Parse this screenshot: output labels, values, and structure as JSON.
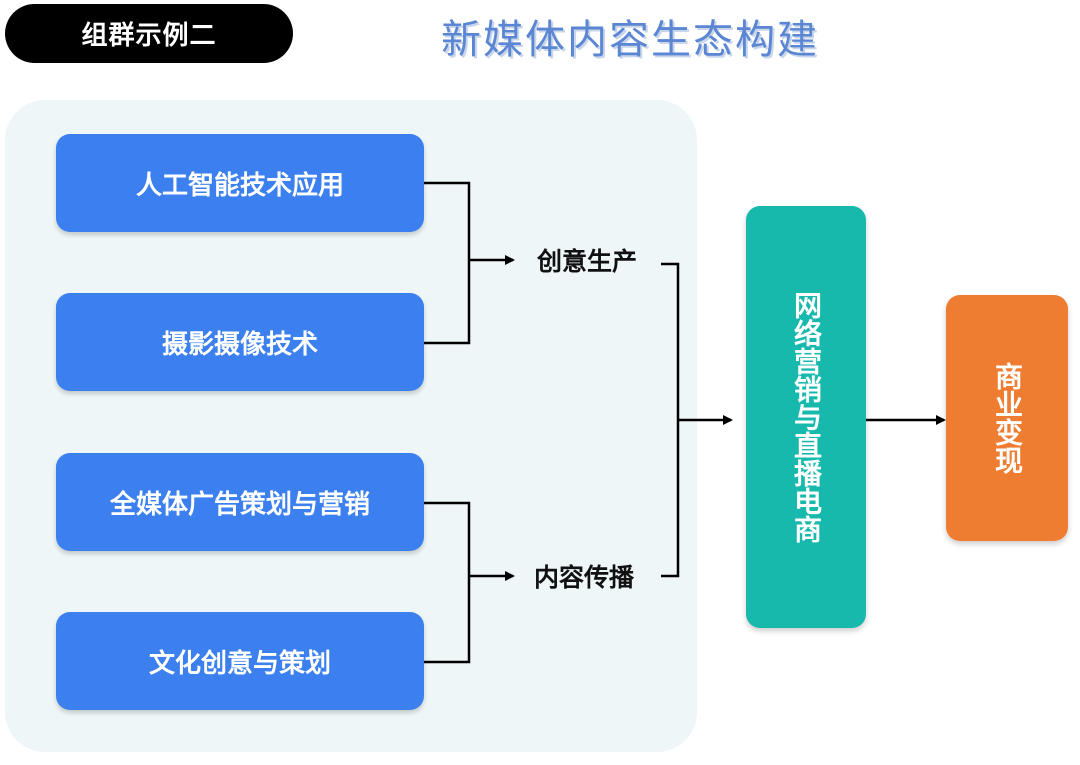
{
  "header": {
    "badge": "组群示例二",
    "title": "新媒体内容生态构建"
  },
  "diagram": {
    "sources": [
      "人工智能技术应用",
      "摄影摄像技术",
      "全媒体广告策划与营销",
      "文化创意与策划"
    ],
    "stages": [
      "创意生产",
      "内容传播"
    ],
    "channel": "网络营销与直播电商",
    "outcome": "商业变现"
  },
  "colors": {
    "source_box": "#3b80ee",
    "channel_box": "#17b9ad",
    "outcome_box": "#ee7d31",
    "panel": "#eef6f8",
    "title": "#5b86d4"
  }
}
